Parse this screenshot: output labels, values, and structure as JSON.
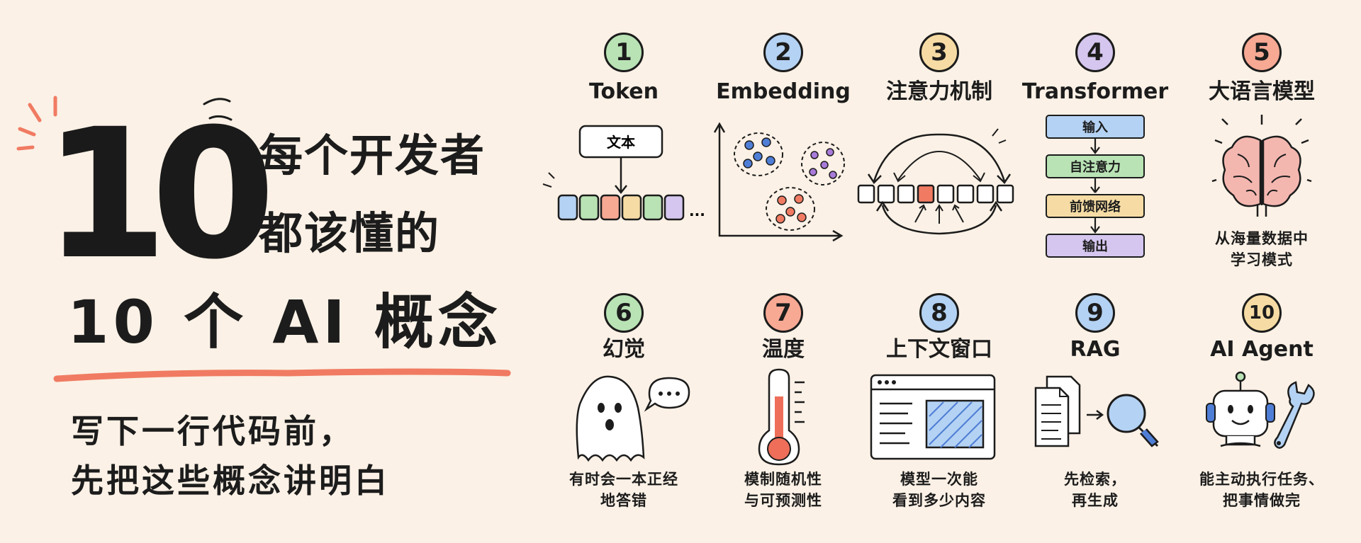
{
  "hero": {
    "big_number": "10",
    "line1": "每个开发者",
    "line2": "都该懂的",
    "main": "10 个 AI 概念",
    "sub1": "写下一行代码前，",
    "sub2": "先把这些概念讲明白"
  },
  "concepts": [
    {
      "num": "1",
      "title": "Token",
      "color": "#b9e3b5",
      "illus": {
        "label": "文本"
      }
    },
    {
      "num": "2",
      "title": "Embedding",
      "color": "#b4d2f3"
    },
    {
      "num": "3",
      "title": "注意力机制",
      "color": "#f6dca4"
    },
    {
      "num": "4",
      "title": "Transformer",
      "color": "#d5c6ef",
      "flow": [
        "输入",
        "自注意力",
        "前馈网络",
        "输出"
      ]
    },
    {
      "num": "5",
      "title": "大语言模型",
      "color": "#f7a994",
      "desc1": "从海量数据中",
      "desc2": "学习模式"
    },
    {
      "num": "6",
      "title": "幻觉",
      "color": "#b9e3b5",
      "desc1": "有时会一本正经",
      "desc2": "地答错"
    },
    {
      "num": "7",
      "title": "温度",
      "color": "#f7a994",
      "desc1": "模制随机性",
      "desc2": "与可预测性"
    },
    {
      "num": "8",
      "title": "上下文窗口",
      "color": "#b4d2f3",
      "desc1": "模型一次能",
      "desc2": "看到多少内容"
    },
    {
      "num": "9",
      "title": "RAG",
      "color": "#b4d2f3",
      "desc1": "先检索，",
      "desc2": "再生成"
    },
    {
      "num": "10",
      "title": "AI Agent",
      "color": "#f6dca4",
      "desc1": "能主动执行任务、",
      "desc2": "把事情做完"
    }
  ],
  "palette": {
    "token_cells": [
      "#b4d2f3",
      "#b9e3b5",
      "#f7a994",
      "#f6dca4",
      "#b9e3b5",
      "#d5c6ef"
    ],
    "flow_colors": [
      "#b4d2f3",
      "#b9e3b5",
      "#f6dca4",
      "#d5c6ef"
    ],
    "underline": "#f07b62"
  }
}
